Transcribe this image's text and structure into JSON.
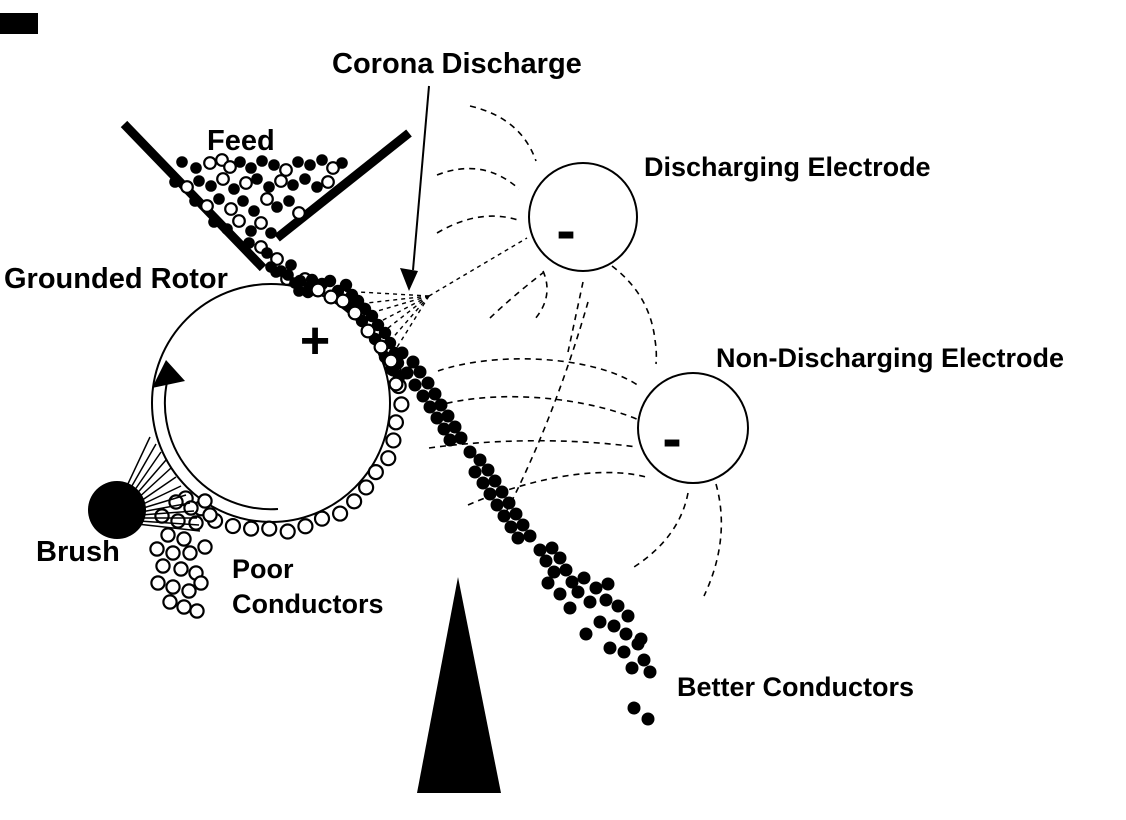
{
  "diagram": {
    "labels": {
      "corona_discharge": "Corona Discharge",
      "feed": "Feed",
      "grounded_rotor": "Grounded Rotor",
      "discharging_electrode": "Discharging Electrode",
      "non_discharging_electrode": "Non-Discharging Electrode",
      "brush": "Brush",
      "poor_conductors_line1": "Poor",
      "poor_conductors_line2": "Conductors",
      "better_conductors": "Better Conductors"
    },
    "symbols": {
      "rotor_charge": "+",
      "discharging_electrode_charge": "-",
      "non_discharging_electrode_charge": "-"
    },
    "colors": {
      "ink": "#000000",
      "background": "#ffffff"
    }
  }
}
